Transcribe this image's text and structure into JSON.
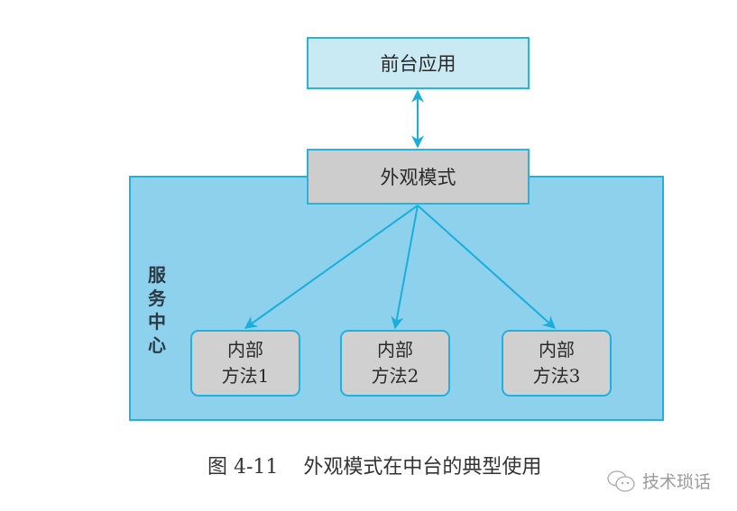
{
  "diagram": {
    "frontend": {
      "label": "前台应用"
    },
    "service_center": {
      "label": "服务中心"
    },
    "facade": {
      "label": "外观模式"
    },
    "methods": [
      {
        "line1": "内部",
        "line2": "方法1"
      },
      {
        "line1": "内部",
        "line2": "方法2"
      },
      {
        "line1": "内部",
        "line2": "方法3"
      }
    ],
    "connections": [
      {
        "from": "前台应用",
        "to": "外观模式",
        "type": "bidirectional"
      },
      {
        "from": "外观模式",
        "to": "内部方法1",
        "type": "directed"
      },
      {
        "from": "外观模式",
        "to": "内部方法2",
        "type": "directed"
      },
      {
        "from": "外观模式",
        "to": "内部方法3",
        "type": "directed"
      }
    ],
    "colors": {
      "accent": "#1aaedc",
      "service_fill": "#8dd1ec",
      "frontend_fill": "#c9e9f3",
      "node_fill": "#cdcdcd"
    }
  },
  "caption": "图 4-11    外观模式在中台的典型使用",
  "watermark": {
    "icon": "wechat-icon",
    "text": "技术琐话"
  }
}
